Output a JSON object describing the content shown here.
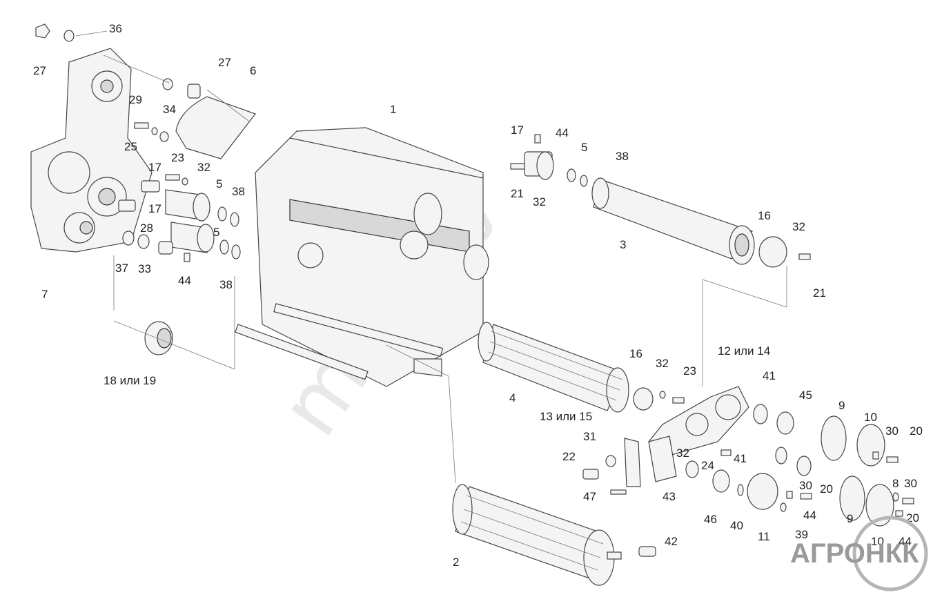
{
  "labels": {
    "l36": "36",
    "l27a": "27",
    "l27b": "27",
    "l6": "6",
    "l1": "1",
    "l29": "29",
    "l34": "34",
    "l25": "25",
    "l17a": "17",
    "l23a": "23",
    "l32a": "32",
    "l5a": "5",
    "l38a": "38",
    "l17b": "17",
    "l28": "28",
    "l5b": "5",
    "l37": "37",
    "l33": "33",
    "l44a": "44",
    "l38b": "38",
    "l7": "7",
    "l1819": "18 или 19",
    "l17c": "17",
    "l44b": "44",
    "l5c": "5",
    "l38c": "38",
    "l21a": "21",
    "l32b": "32",
    "l3": "3",
    "l16a": "16",
    "l32c": "32",
    "l21b": "21",
    "l4": "4",
    "l16b": "16",
    "l32d": "32",
    "l23b": "23",
    "l1214": "12 или 14",
    "l41a": "41",
    "l45": "45",
    "l9a": "9",
    "l10a": "10",
    "l30a": "30",
    "l20a": "20",
    "l1315": "13 или 15",
    "l31": "31",
    "l22": "22",
    "l32e": "32",
    "l24": "24",
    "l41b": "41",
    "l8": "8",
    "l30b": "30",
    "l47": "47",
    "l43": "43",
    "l30c": "30",
    "l20b": "20",
    "l46": "46",
    "l40": "40",
    "l44c": "44",
    "l9b": "9",
    "l20c": "20",
    "l11": "11",
    "l39": "39",
    "l42": "42",
    "l10b": "10",
    "l44d": "44",
    "l2": "2"
  },
  "watermark": "mkz.by",
  "logo": {
    "text": "АГРОНКК",
    "color": "#9a9a9a"
  },
  "icons": {
    "part": "machine-part-outline"
  }
}
